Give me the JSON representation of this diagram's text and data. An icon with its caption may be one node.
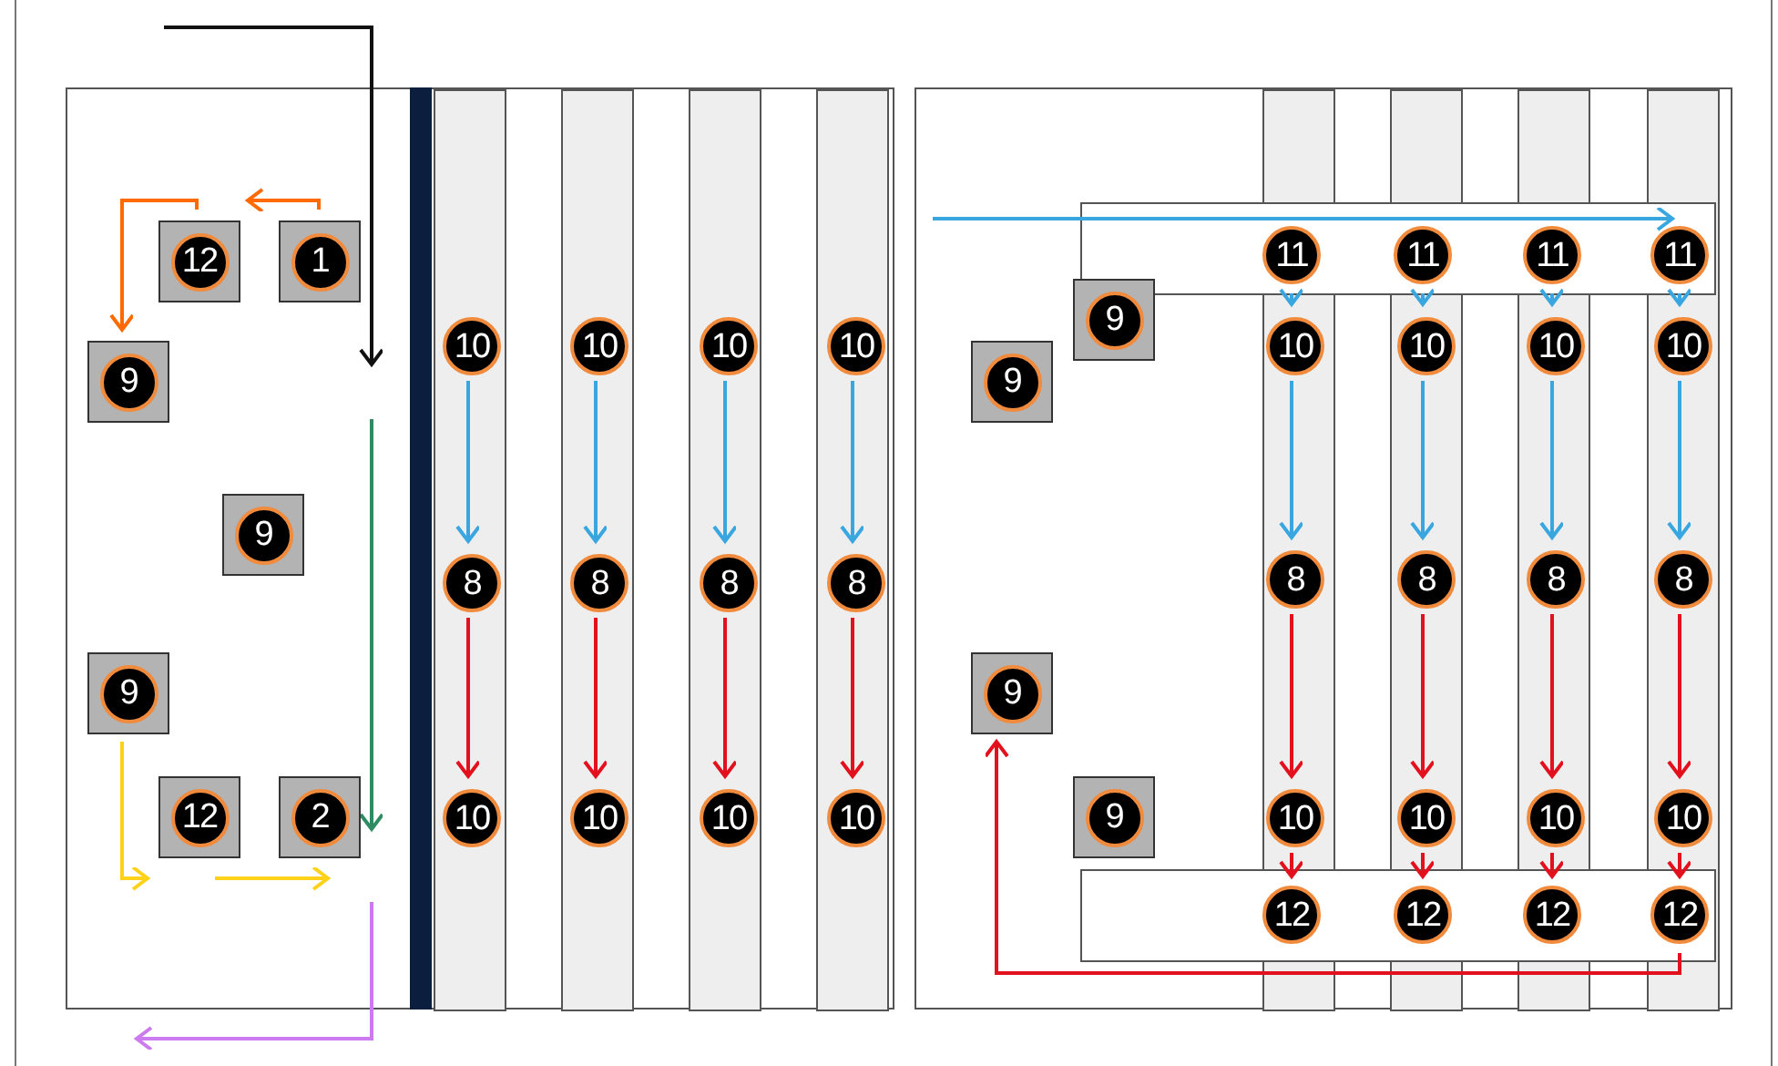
{
  "diagram": {
    "nodes": [
      {
        "text": [],
        "shape": "box"
      },
      {
        "text": [],
        "shape": "box"
      },
      {
        "text": [],
        "shape": "bar",
        "in": 0
      },
      {
        "text": [],
        "shape": "bar",
        "in": 0
      },
      {
        "text": [],
        "shape": "bar",
        "in": 0
      },
      {
        "text": [],
        "shape": "bar",
        "in": 0
      },
      {
        "text": [],
        "shape": "bar",
        "in": 1
      },
      {
        "text": [],
        "shape": "bar",
        "in": 1
      },
      {
        "text": [],
        "shape": "bar",
        "in": 1
      },
      {
        "text": [],
        "shape": "bar",
        "in": 1
      },
      {
        "text": [],
        "shape": "box",
        "in": 1
      },
      {
        "text": [],
        "shape": "box",
        "in": 1
      },
      {
        "text": [
          "12"
        ],
        "in": 0
      },
      {
        "text": [
          "1"
        ],
        "in": 0
      },
      {
        "text": [
          "9"
        ],
        "in": 0
      },
      {
        "text": [
          "9"
        ],
        "in": 0
      },
      {
        "text": [
          "9"
        ],
        "in": 0
      },
      {
        "text": [
          "12"
        ],
        "in": 0
      },
      {
        "text": [
          "2"
        ],
        "in": 0
      },
      {
        "text": [
          "10"
        ],
        "in": 2
      },
      {
        "text": [
          "10"
        ],
        "in": 3
      },
      {
        "text": [
          "10"
        ],
        "in": 4
      },
      {
        "text": [
          "10"
        ],
        "in": 5
      },
      {
        "text": [
          "8"
        ],
        "in": 2
      },
      {
        "text": [
          "8"
        ],
        "in": 3
      },
      {
        "text": [
          "8"
        ],
        "in": 4
      },
      {
        "text": [
          "8"
        ],
        "in": 5
      },
      {
        "text": [
          "10"
        ],
        "in": 2
      },
      {
        "text": [
          "10"
        ],
        "in": 3
      },
      {
        "text": [
          "10"
        ],
        "in": 4
      },
      {
        "text": [
          "10"
        ],
        "in": 5
      },
      {
        "text": [
          "9"
        ],
        "in": 1
      },
      {
        "text": [
          "9"
        ],
        "in": 1
      },
      {
        "text": [
          "9"
        ],
        "in": 1
      },
      {
        "text": [
          "9"
        ],
        "in": 1
      },
      {
        "text": [
          "11"
        ]
      },
      {
        "text": [
          "11"
        ]
      },
      {
        "text": [
          "11"
        ]
      },
      {
        "text": [
          "11"
        ]
      },
      {
        "text": [
          "10"
        ],
        "in": 6
      },
      {
        "text": [
          "10"
        ],
        "in": 7
      },
      {
        "text": [
          "10"
        ],
        "in": 8
      },
      {
        "text": [
          "10"
        ],
        "in": 9
      },
      {
        "text": [
          "8"
        ],
        "in": 6
      },
      {
        "text": [
          "8"
        ],
        "in": 7
      },
      {
        "text": [
          "8"
        ],
        "in": 8
      },
      {
        "text": [
          "8"
        ],
        "in": 9
      },
      {
        "text": [
          "10"
        ],
        "in": 6
      },
      {
        "text": [
          "10"
        ],
        "in": 7
      },
      {
        "text": [
          "10"
        ],
        "in": 8
      },
      {
        "text": [
          "10"
        ],
        "in": 9
      },
      {
        "text": [
          "12"
        ]
      },
      {
        "text": [
          "12"
        ]
      },
      {
        "text": [
          "12"
        ]
      },
      {
        "text": [
          "12"
        ]
      }
    ],
    "edges": [
      {
        "from": 13,
        "to": 12,
        "arrow": "to",
        "color": "#ff6a00"
      },
      {
        "from": 12,
        "to": 14,
        "arrow": "to",
        "color": "#ff6a00"
      },
      {
        "from": 16,
        "to": 17,
        "arrow": "to",
        "color": "#ffd21a"
      },
      {
        "from": 19,
        "to": 23,
        "arrow": "to",
        "color": "#3aa6e0"
      },
      {
        "from": 20,
        "to": 24,
        "arrow": "to",
        "color": "#3aa6e0"
      },
      {
        "from": 21,
        "to": 25,
        "arrow": "to",
        "color": "#3aa6e0"
      },
      {
        "from": 22,
        "to": 26,
        "arrow": "to",
        "color": "#3aa6e0"
      },
      {
        "from": 23,
        "to": 27,
        "arrow": "to",
        "color": "#e3101e"
      },
      {
        "from": 24,
        "to": 28,
        "arrow": "to",
        "color": "#e3101e"
      },
      {
        "from": 25,
        "to": 29,
        "arrow": "to",
        "color": "#e3101e"
      },
      {
        "from": 26,
        "to": 30,
        "arrow": "to",
        "color": "#e3101e"
      },
      {
        "from": 35,
        "to": 39,
        "arrow": "to",
        "color": "#3aa6e0"
      },
      {
        "from": 36,
        "to": 40,
        "arrow": "to",
        "color": "#3aa6e0"
      },
      {
        "from": 37,
        "to": 41,
        "arrow": "to",
        "color": "#3aa6e0"
      },
      {
        "from": 38,
        "to": 42,
        "arrow": "to",
        "color": "#3aa6e0"
      },
      {
        "from": 39,
        "to": 43,
        "arrow": "to",
        "color": "#3aa6e0"
      },
      {
        "from": 40,
        "to": 44,
        "arrow": "to",
        "color": "#3aa6e0"
      },
      {
        "from": 41,
        "to": 45,
        "arrow": "to",
        "color": "#3aa6e0"
      },
      {
        "from": 42,
        "to": 46,
        "arrow": "to",
        "color": "#3aa6e0"
      },
      {
        "from": 43,
        "to": 47,
        "arrow": "to",
        "color": "#e3101e"
      },
      {
        "from": 44,
        "to": 48,
        "arrow": "to",
        "color": "#e3101e"
      },
      {
        "from": 45,
        "to": 49,
        "arrow": "to",
        "color": "#e3101e"
      },
      {
        "from": 46,
        "to": 50,
        "arrow": "to",
        "color": "#e3101e"
      },
      {
        "from": 47,
        "to": 51,
        "arrow": "to",
        "color": "#e3101e"
      },
      {
        "from": 48,
        "to": 52,
        "arrow": "to",
        "color": "#e3101e"
      },
      {
        "from": 49,
        "to": 53,
        "arrow": "to",
        "color": "#e3101e"
      },
      {
        "from": 50,
        "to": 54,
        "arrow": "to",
        "color": "#e3101e"
      },
      {
        "from": 54,
        "to": 33,
        "arrow": "to",
        "color": "#e3101e"
      }
    ]
  }
}
